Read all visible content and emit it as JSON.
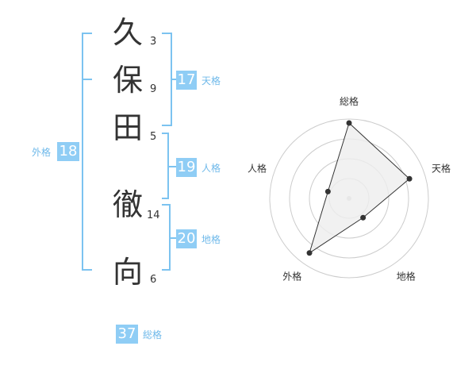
{
  "name": {
    "kanji": [
      {
        "char": "久",
        "strokes": "3"
      },
      {
        "char": "保",
        "strokes": "9"
      },
      {
        "char": "田",
        "strokes": "5"
      },
      {
        "char": "徹",
        "strokes": "14"
      },
      {
        "char": "向",
        "strokes": "6"
      }
    ]
  },
  "fortune": {
    "tenkaku": {
      "value": "17",
      "label": "天格"
    },
    "jinkaku": {
      "value": "19",
      "label": "人格"
    },
    "chikaku": {
      "value": "20",
      "label": "地格"
    },
    "gaikaku": {
      "value": "18",
      "label": "外格"
    },
    "soukaku": {
      "value": "37",
      "label": "総格"
    }
  },
  "colors": {
    "accent": "#8fcdf5",
    "bracket": "#7cc3f0",
    "label": "#6fb9ea",
    "radar_fill": "#eeeeee"
  },
  "chart_data": {
    "type": "radar",
    "axes": [
      "総格",
      "天格",
      "地格",
      "外格",
      "人格"
    ],
    "values": [
      0.95,
      0.8,
      0.3,
      0.85,
      0.28
    ],
    "rings": 4,
    "grid": true
  }
}
